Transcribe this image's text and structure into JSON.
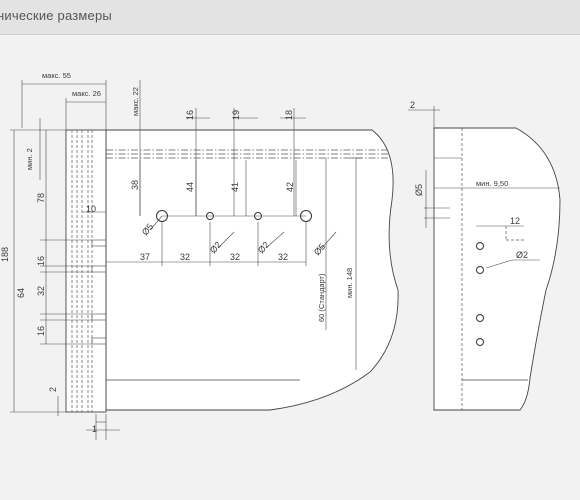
{
  "header": {
    "title": "нические размеры"
  },
  "dims": {
    "max55": "макс. 55",
    "max26": "макс. 26",
    "max22": "макс. 22",
    "min2": "мин. 2",
    "d16a": "16",
    "d19": "19",
    "d18": "18",
    "d38": "38",
    "d44": "44",
    "d41": "41",
    "d42": "42",
    "d10": "10",
    "d78": "78",
    "d188": "188",
    "d64": "64",
    "d32v": "32",
    "d16v1": "16",
    "d16v2": "16",
    "d37": "37",
    "d32h1": "32",
    "d32h2": "32",
    "d32h3": "32",
    "phi5a": "Ø5",
    "phi2a": "Ø2",
    "phi2b": "Ø2",
    "phi5b": "Ø5",
    "std60": "60 (Стандарт)",
    "min148": "мин. 148",
    "d2b": "2",
    "d1": "1",
    "r2": "2",
    "rphi5": "Ø5",
    "rmin950": "мин. 9,50",
    "r12": "12",
    "rphi2": "Ø2"
  }
}
